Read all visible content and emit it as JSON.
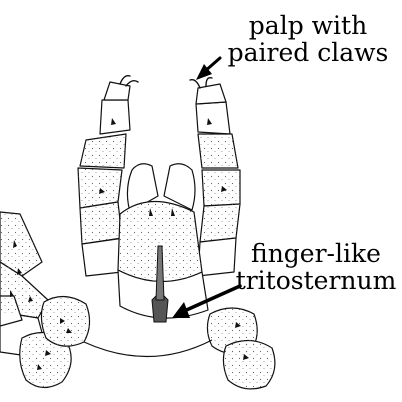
{
  "labels": {
    "palp_line1": "palp with",
    "palp_line2": "paired claws",
    "trito_line1": "finger-like",
    "trito_line2": "tritosternum"
  },
  "colors": {
    "ink": "#000000",
    "paper": "#ffffff",
    "stipple": "#555555"
  }
}
